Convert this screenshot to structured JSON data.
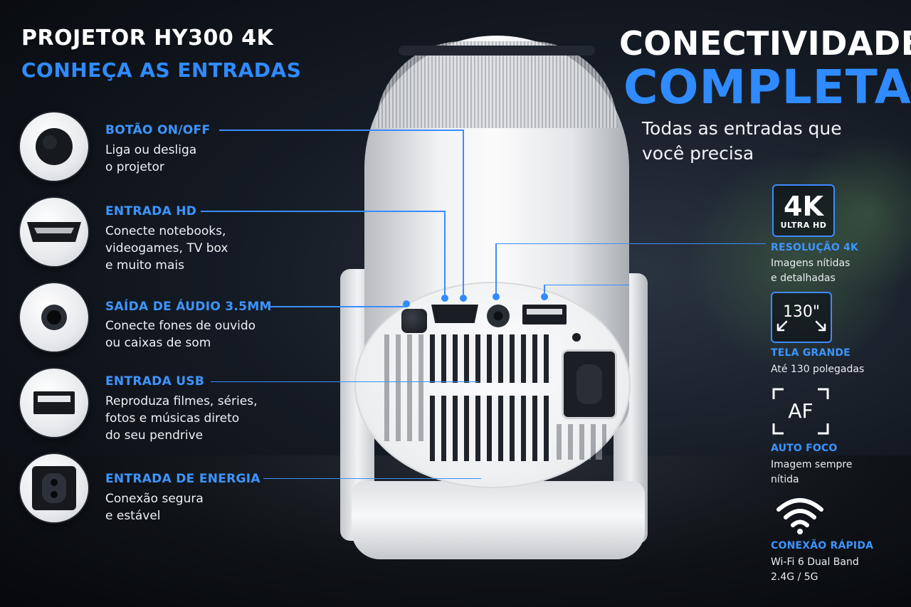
{
  "left_header": {
    "title": "PROJETOR HY300 4K",
    "subtitle": "CONHEÇA AS ENTRADAS"
  },
  "ports": [
    {
      "icon": "power-button-icon",
      "title": "BOTÃO ON/OFF",
      "lines": [
        "Liga ou desliga",
        "o projetor"
      ]
    },
    {
      "icon": "hdmi-port-icon",
      "title": "ENTRADA HD",
      "lines": [
        "Conecte notebooks,",
        "videogames, TV box",
        "e muito mais"
      ]
    },
    {
      "icon": "audio-jack-icon",
      "title": "SAÍDA DE ÁUDIO 3.5MM",
      "lines": [
        "Conecte fones de ouvido",
        "ou caixas de som"
      ]
    },
    {
      "icon": "usb-port-icon",
      "title": "ENTRADA USB",
      "lines": [
        "Reproduza filmes, séries,",
        "fotos e músicas direto",
        "do seu pendrive"
      ]
    },
    {
      "icon": "power-socket-icon",
      "title": "ENTRADA DE ENERGIA",
      "lines": [
        "Conexão segura",
        "e estável"
      ]
    }
  ],
  "right_header": {
    "line1": "CONECTIVIDADE",
    "line2": "COMPLETA",
    "sub1": "Todas as entradas que",
    "sub2": "você precisa"
  },
  "specs": [
    {
      "badge_main": "4K",
      "badge_sub": "ULTRA HD",
      "title": "RESOLUÇÃO 4K",
      "lines": [
        "Imagens nítidas",
        "e detalhadas"
      ]
    },
    {
      "badge_main": "130\"",
      "title": "TELA GRANDE",
      "lines": [
        "Até 130 polegadas"
      ]
    },
    {
      "badge_main": "AF",
      "title": "AUTO FOCO",
      "lines": [
        "Imagem sempre",
        "nítida"
      ]
    },
    {
      "title": "CONEXÃO RÁPIDA",
      "lines": [
        "Wi-Fi 6 Dual Band",
        "2.4G / 5G"
      ]
    }
  ],
  "colors": {
    "accent": "#2f8bff",
    "background": "#0b0f15",
    "text": "#ffffff"
  }
}
